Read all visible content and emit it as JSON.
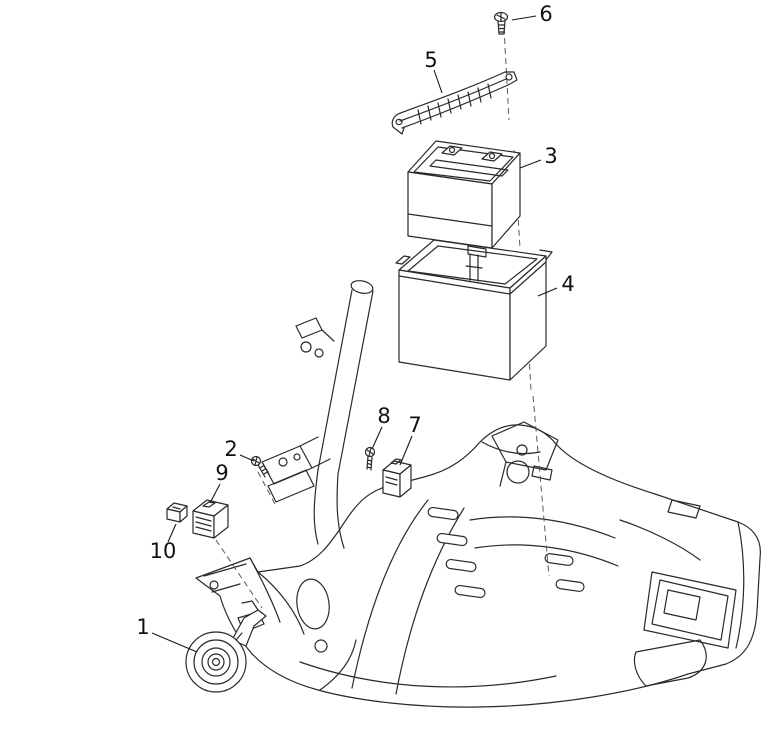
{
  "diagram": {
    "background": "#ffffff",
    "line_color": "#2a2a2a",
    "dash_color": "#5a5a5a",
    "callouts": {
      "c1": {
        "label": "1"
      },
      "c2": {
        "label": "2"
      },
      "c3": {
        "label": "3"
      },
      "c4": {
        "label": "4"
      },
      "c5": {
        "label": "5"
      },
      "c6": {
        "label": "6"
      },
      "c7": {
        "label": "7"
      },
      "c8": {
        "label": "8"
      },
      "c9": {
        "label": "9"
      },
      "c10": {
        "label": "10"
      }
    }
  }
}
